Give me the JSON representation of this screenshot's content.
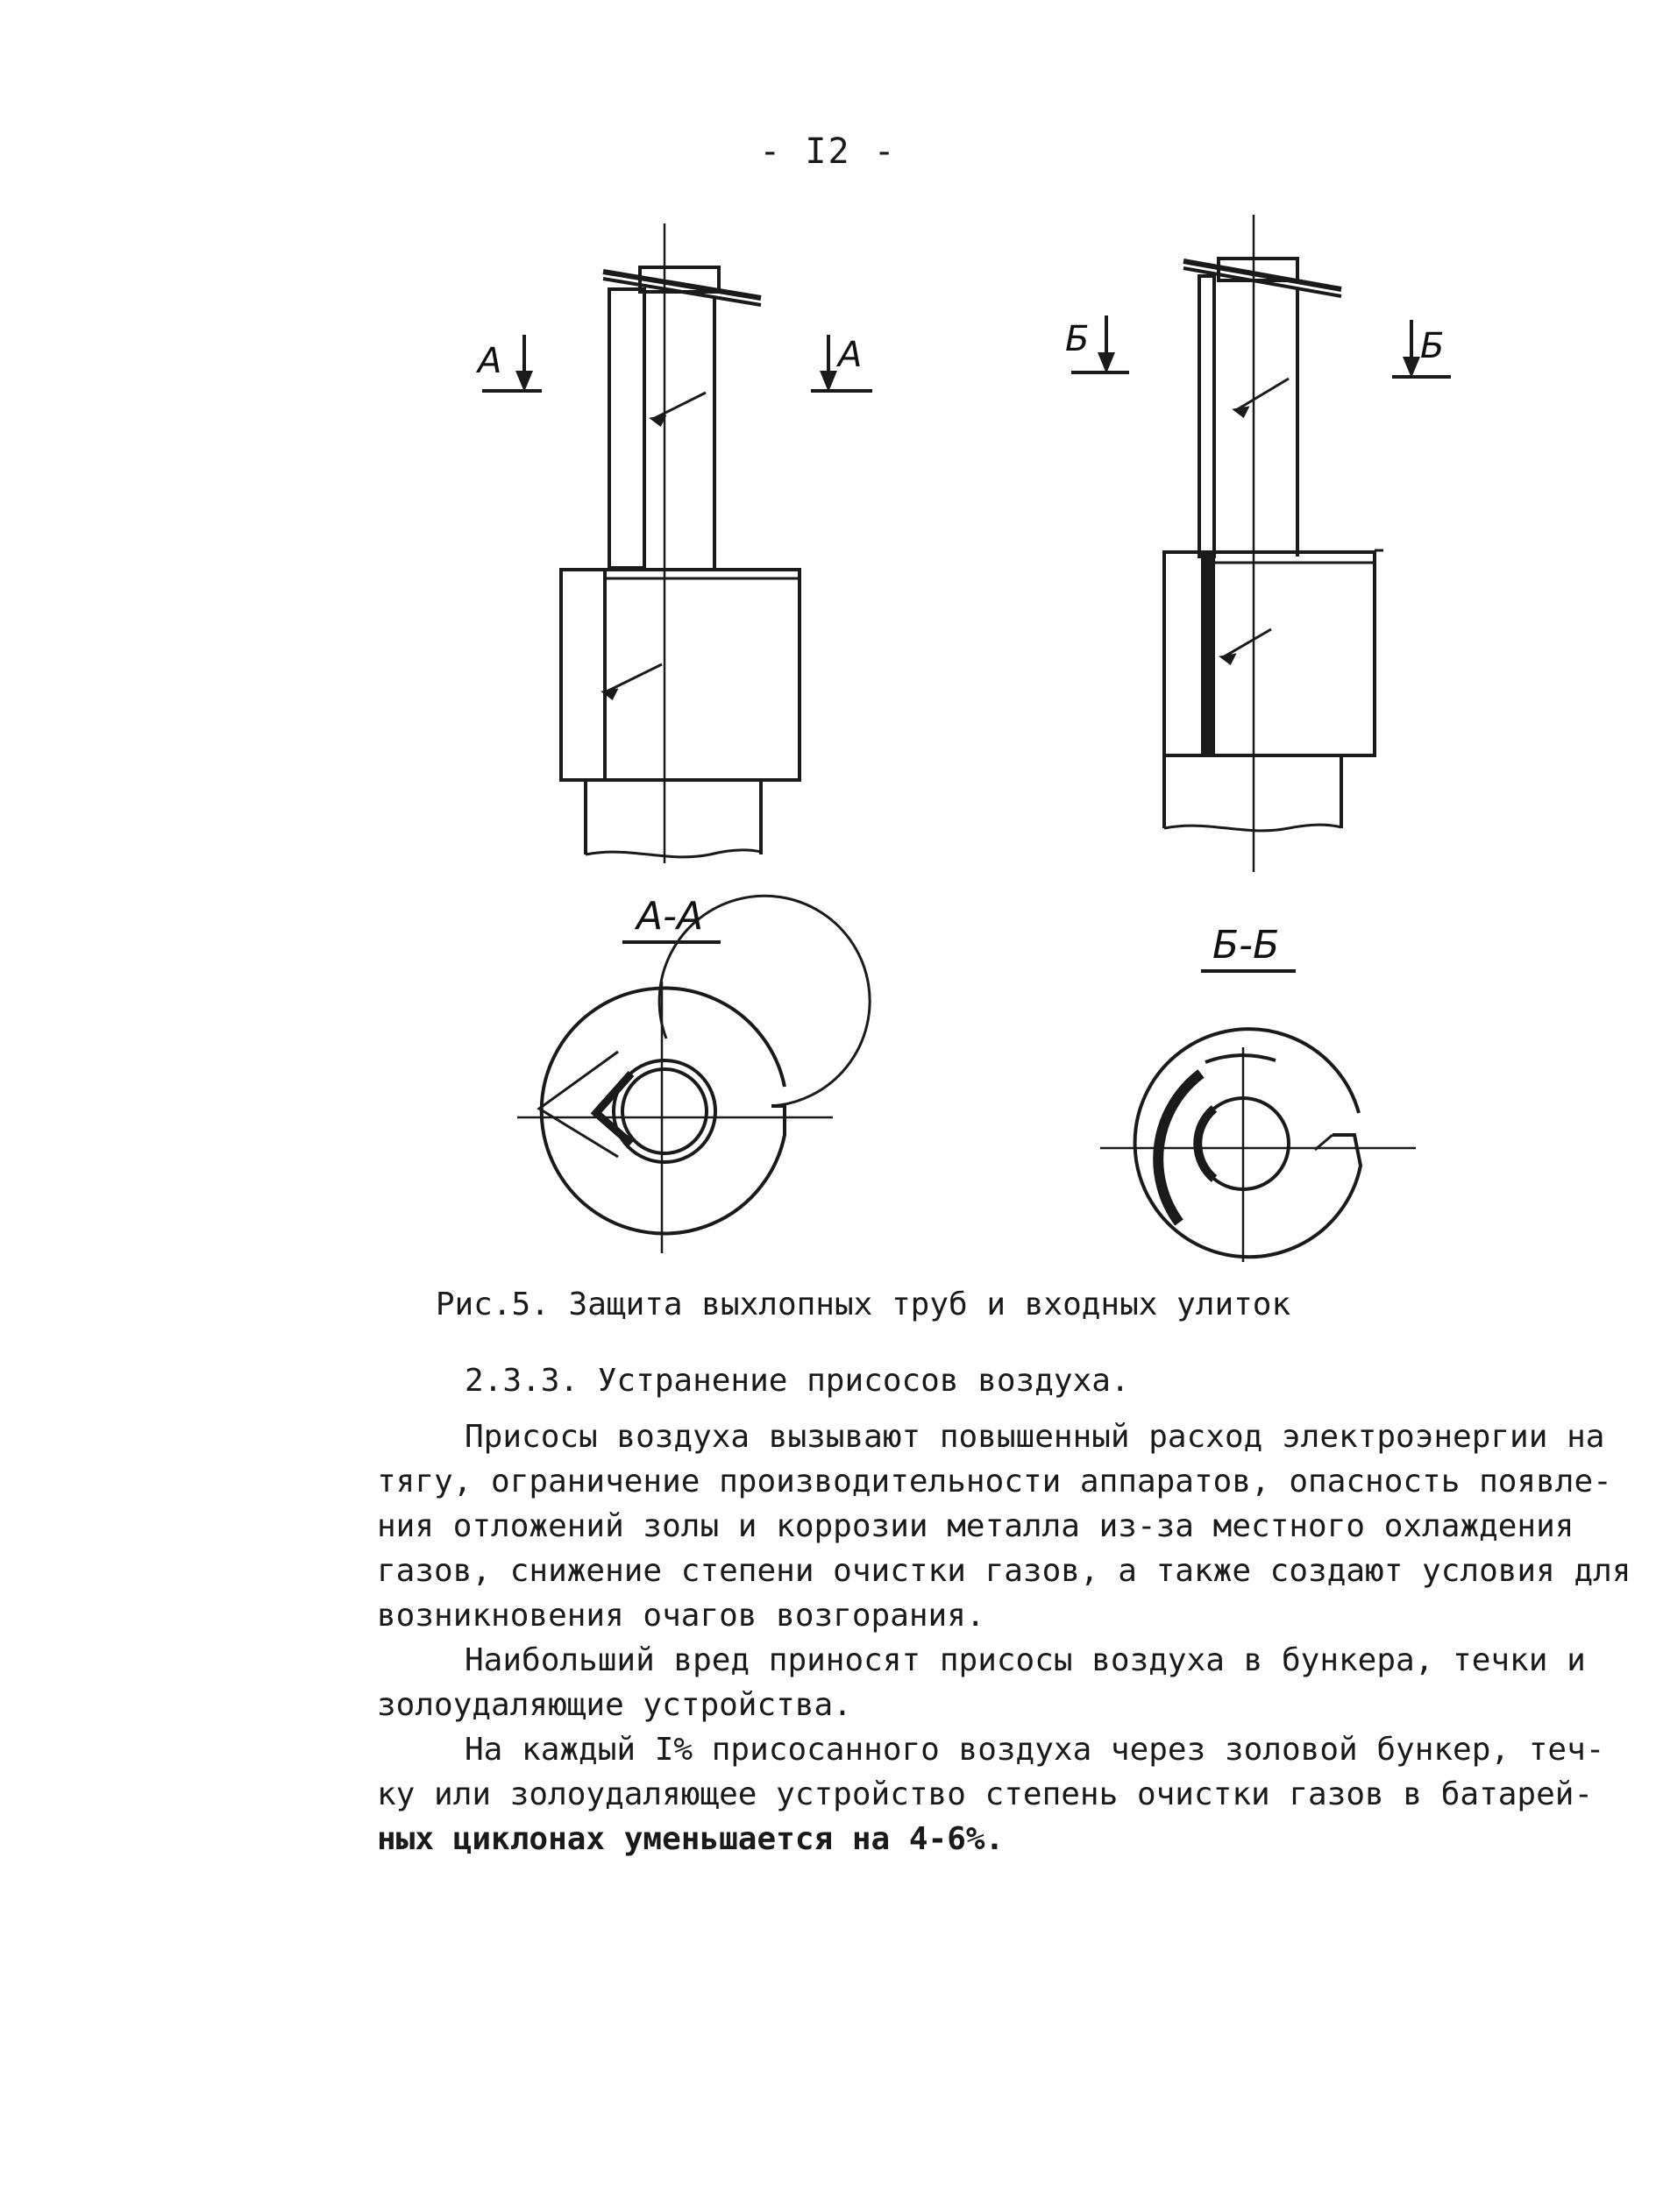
{
  "page": {
    "number": "- I2 -"
  },
  "figure": {
    "section_a_left_label": "А",
    "section_a_right_label": "А",
    "section_b_left_label": "Б",
    "section_b_right_label": "Б",
    "section_a_title": "А-А",
    "section_b_title": "Б-Б",
    "caption": "Рис.5. Защита выхлопных труб и входных улиток"
  },
  "section": {
    "heading": "2.3.3. Устранение присосов воздуха.",
    "paragraph1": [
      "Присосы воздуха вызывают повышенный расход электроэнергии на",
      "тягу, ограничение производительности аппаратов, опасность появле-",
      "ния отложений золы и коррозии металла из-за местного охлаждения",
      "газов, снижение степени очистки газов, а также создают условия для",
      "возникновения очагов возгорания."
    ],
    "paragraph2": [
      "Наибольший вред приносят присосы воздуха в бункера, течки и",
      "золоудаляющие устройства."
    ],
    "paragraph3": [
      "На каждый I% присосанного воздуха через золовой бункер, теч-",
      "ку или золоудаляющее устройство степень очистки газов в батарей-",
      "ных циклонах уменьшается на 4-6%."
    ]
  }
}
